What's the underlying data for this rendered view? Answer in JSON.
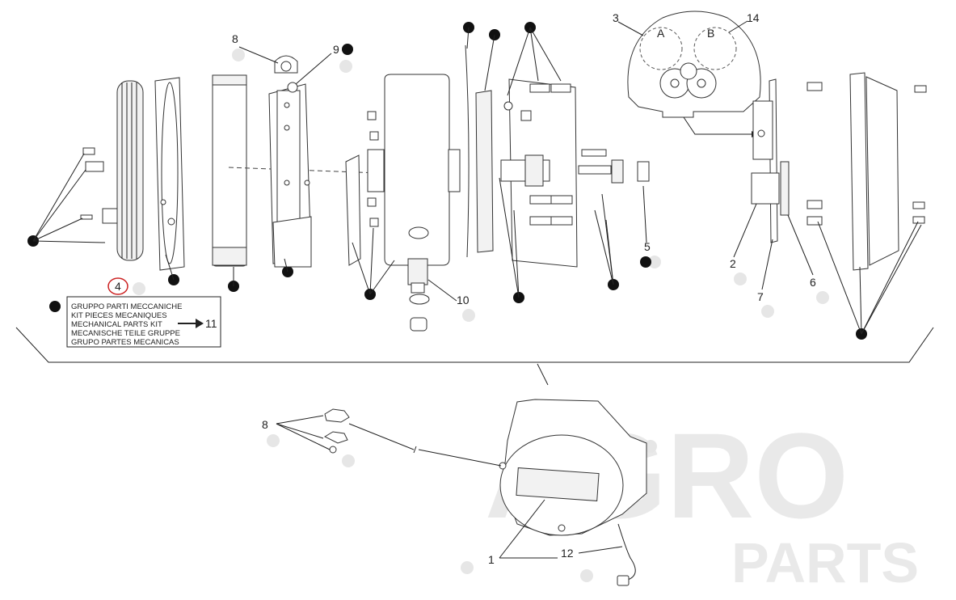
{
  "watermark": {
    "line1": "AGRO",
    "line2": "PARTS"
  },
  "kit_box": {
    "lines": [
      "GRUPPO PARTI MECCANICHE",
      "KIT PIECES MECANIQUES",
      "MECHANICAL PARTS KIT",
      "MECANISCHE TEILE GRUPPE",
      "GRUPO PARTES MECANICAS"
    ],
    "ref": "11"
  },
  "inset_labels": {
    "a": "A",
    "b": "B"
  },
  "callouts": {
    "c1": "1",
    "c2": "2",
    "c3": "3",
    "c4": "4",
    "c5": "5",
    "c6": "6",
    "c7": "7",
    "c8a": "8",
    "c8b": "8",
    "c9": "9",
    "c10": "10",
    "c12": "12",
    "c14": "14"
  },
  "colors": {
    "highlight_circle": "#cc2222",
    "line": "#222222",
    "watermark": "#e9e9e9"
  }
}
